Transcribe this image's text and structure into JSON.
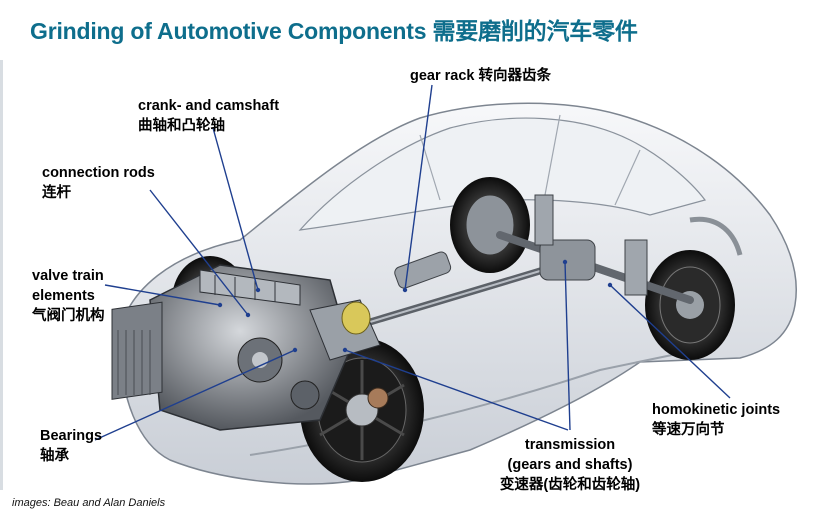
{
  "title": "Grinding of Automotive Components 需要磨削的汽车零件",
  "labels": {
    "gear_rack": {
      "en": "gear rack 转向器齿条"
    },
    "crank": {
      "en": "crank- and camshaft",
      "zh": "曲轴和凸轮轴"
    },
    "conrods": {
      "en": "connection rods",
      "zh": "连杆"
    },
    "valve": {
      "en1": "valve train",
      "en2": "elements",
      "zh": "气阀门机构"
    },
    "bearings": {
      "en": "Bearings",
      "zh": "轴承"
    },
    "transmission": {
      "en1": "transmission",
      "en2": "(gears and shafts)",
      "zh": "变速器(齿轮和齿轮轴)"
    },
    "homokinetic": {
      "en": "homokinetic joints",
      "zh": "等速万向节"
    }
  },
  "credit": "images: Beau and Alan Daniels",
  "colors": {
    "title": "#0e6e8c",
    "leader": "#1f3f8f"
  }
}
